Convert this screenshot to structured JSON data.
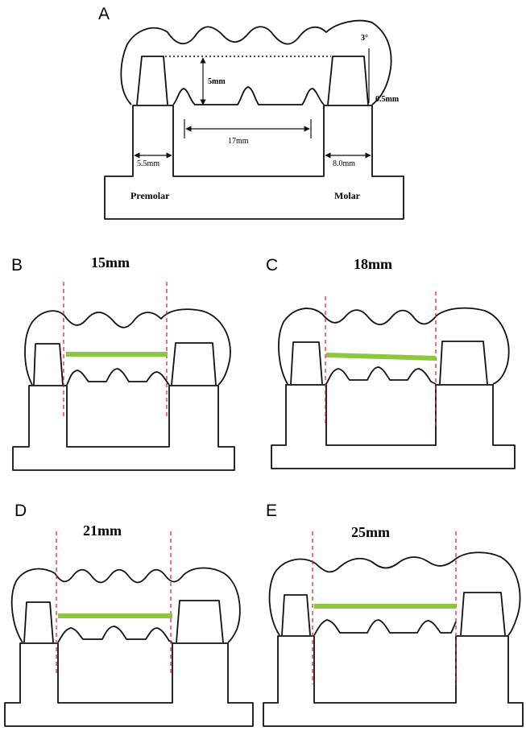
{
  "colors": {
    "outline": "#111111",
    "fiber_bar": "#8dc63f",
    "guide_line": "#e0191f",
    "background": "#ffffff"
  },
  "panel_a": {
    "letter": "A",
    "angle_label": "3°",
    "height_label": "5mm",
    "shoulder_label": "0.5mm",
    "span_label": "17mm",
    "premolar_width_label": "5.5mm",
    "molar_width_label": "8.0mm",
    "premolar_label": "Premolar",
    "molar_label": "Molar"
  },
  "panels": [
    {
      "letter": "B",
      "span": "15mm"
    },
    {
      "letter": "C",
      "span": "18mm"
    },
    {
      "letter": "D",
      "span": "21mm"
    },
    {
      "letter": "E",
      "span": "25mm"
    }
  ]
}
